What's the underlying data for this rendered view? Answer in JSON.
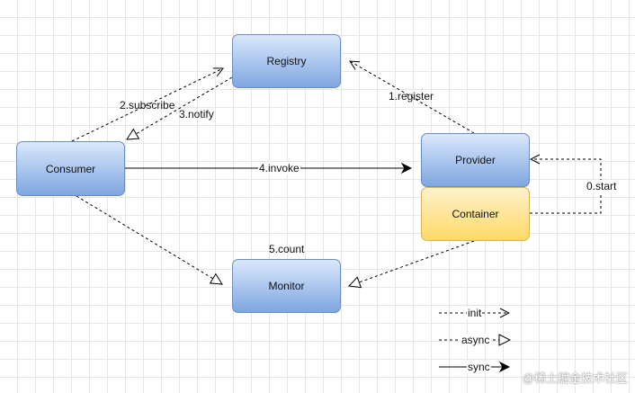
{
  "nodes": {
    "registry": "Registry",
    "consumer": "Consumer",
    "provider": "Provider",
    "container": "Container",
    "monitor": "Monitor"
  },
  "edges": {
    "subscribe": "2.subscribe",
    "notify": "3.notify",
    "register": "1.register",
    "invoke": "4.invoke",
    "start": "0.start",
    "count": "5.count"
  },
  "legend": {
    "init": "init",
    "async": "async",
    "sync": "sync"
  },
  "watermark": "@稀土掘金技术社区",
  "colors": {
    "node_border_blue": "#6c8ebf",
    "node_fill_blue_top": "#dae8fc",
    "node_fill_blue_bottom": "#7ea6e0",
    "node_border_yellow": "#d6b656",
    "node_fill_yellow_top": "#fff2cc",
    "node_fill_yellow_bottom": "#ffd966",
    "line": "#000000"
  }
}
